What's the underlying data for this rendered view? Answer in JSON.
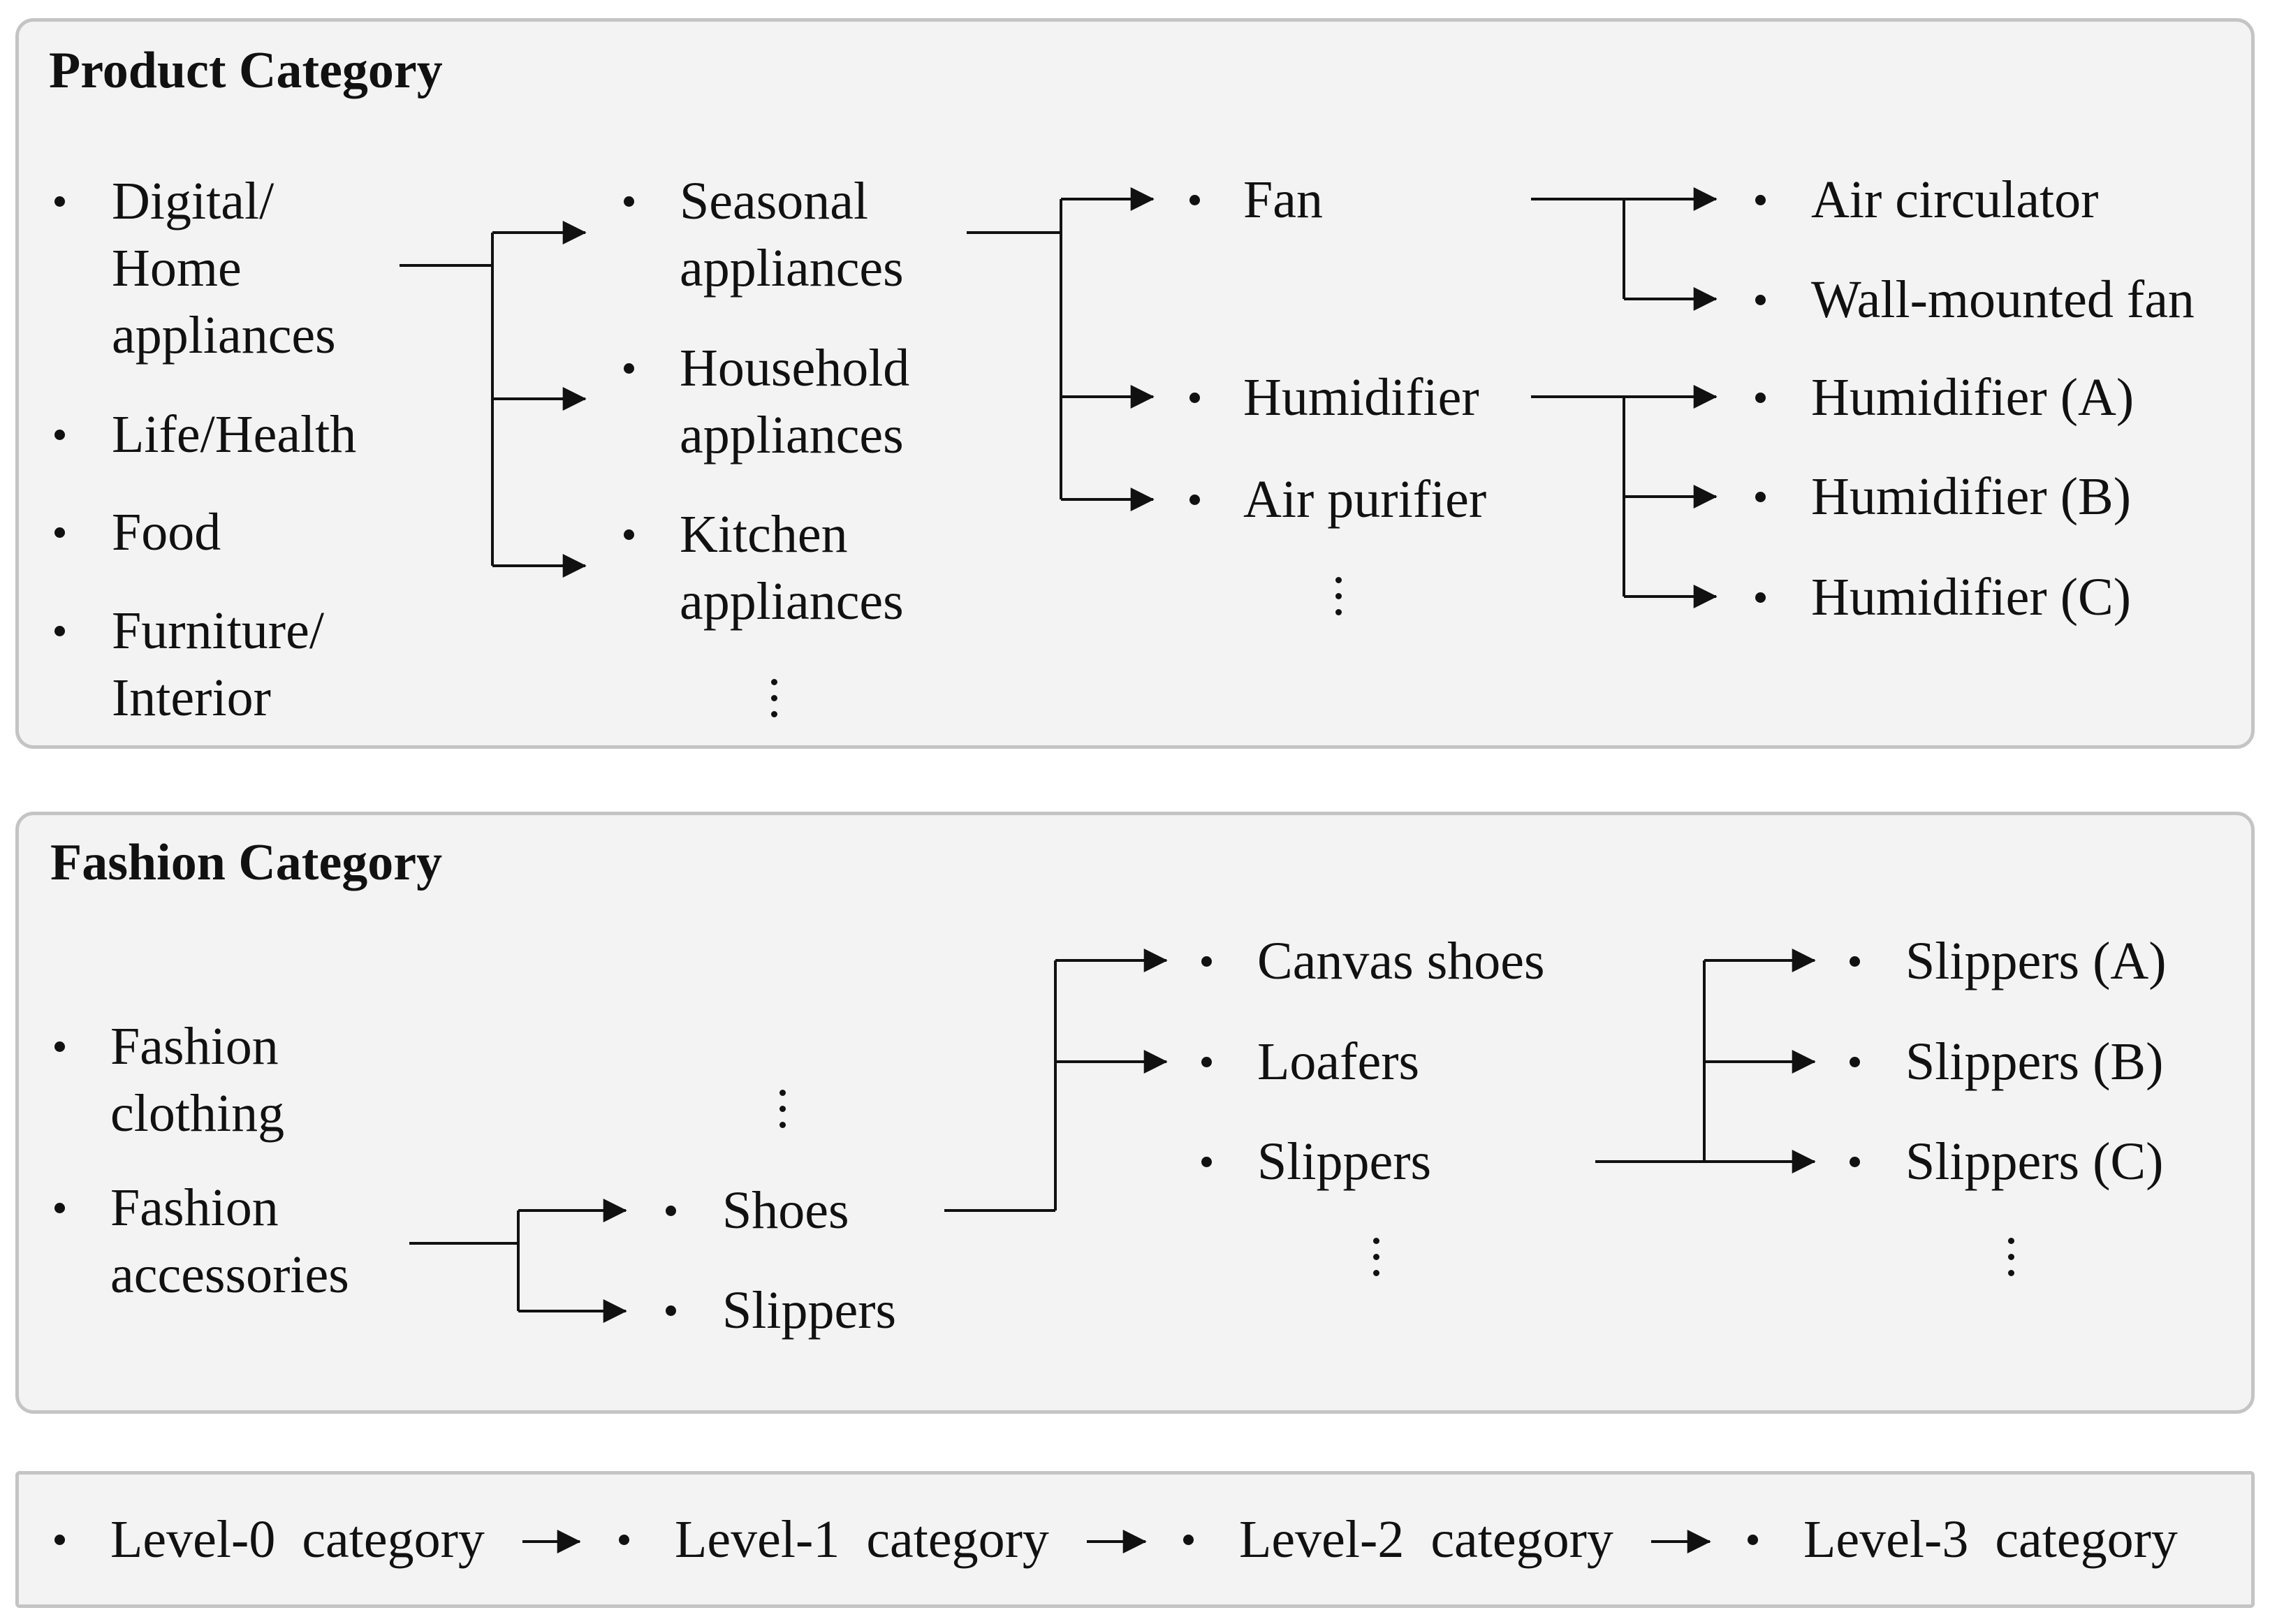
{
  "product_category": {
    "title": "Product Category",
    "level0": [
      "Digital/\nHome\nappliances",
      "Life/Health",
      "Food",
      "Furniture/\nInterior"
    ],
    "level1": [
      "Seasonal\nappliances",
      "Household\nappliances",
      "Kitchen\nappliances"
    ],
    "level2": [
      "Fan",
      "Humidifier",
      "Air purifier"
    ],
    "level3": [
      "Air circulator",
      "Wall-mounted fan",
      "Humidifier (A)",
      "Humidifier (B)",
      "Humidifier (C)"
    ]
  },
  "fashion_category": {
    "title": "Fashion Category",
    "level0": [
      "Fashion\nclothing",
      "Fashion\naccessories"
    ],
    "level1": [
      "Shoes",
      "Slippers"
    ],
    "level2": [
      "Canvas shoes",
      "Loafers",
      "Slippers"
    ],
    "level3": [
      "Slippers (A)",
      "Slippers (B)",
      "Slippers (C)"
    ]
  },
  "legend": {
    "levels": [
      "Level-0  category",
      "Level-1  category",
      "Level-2  category",
      "Level-3  category"
    ]
  }
}
